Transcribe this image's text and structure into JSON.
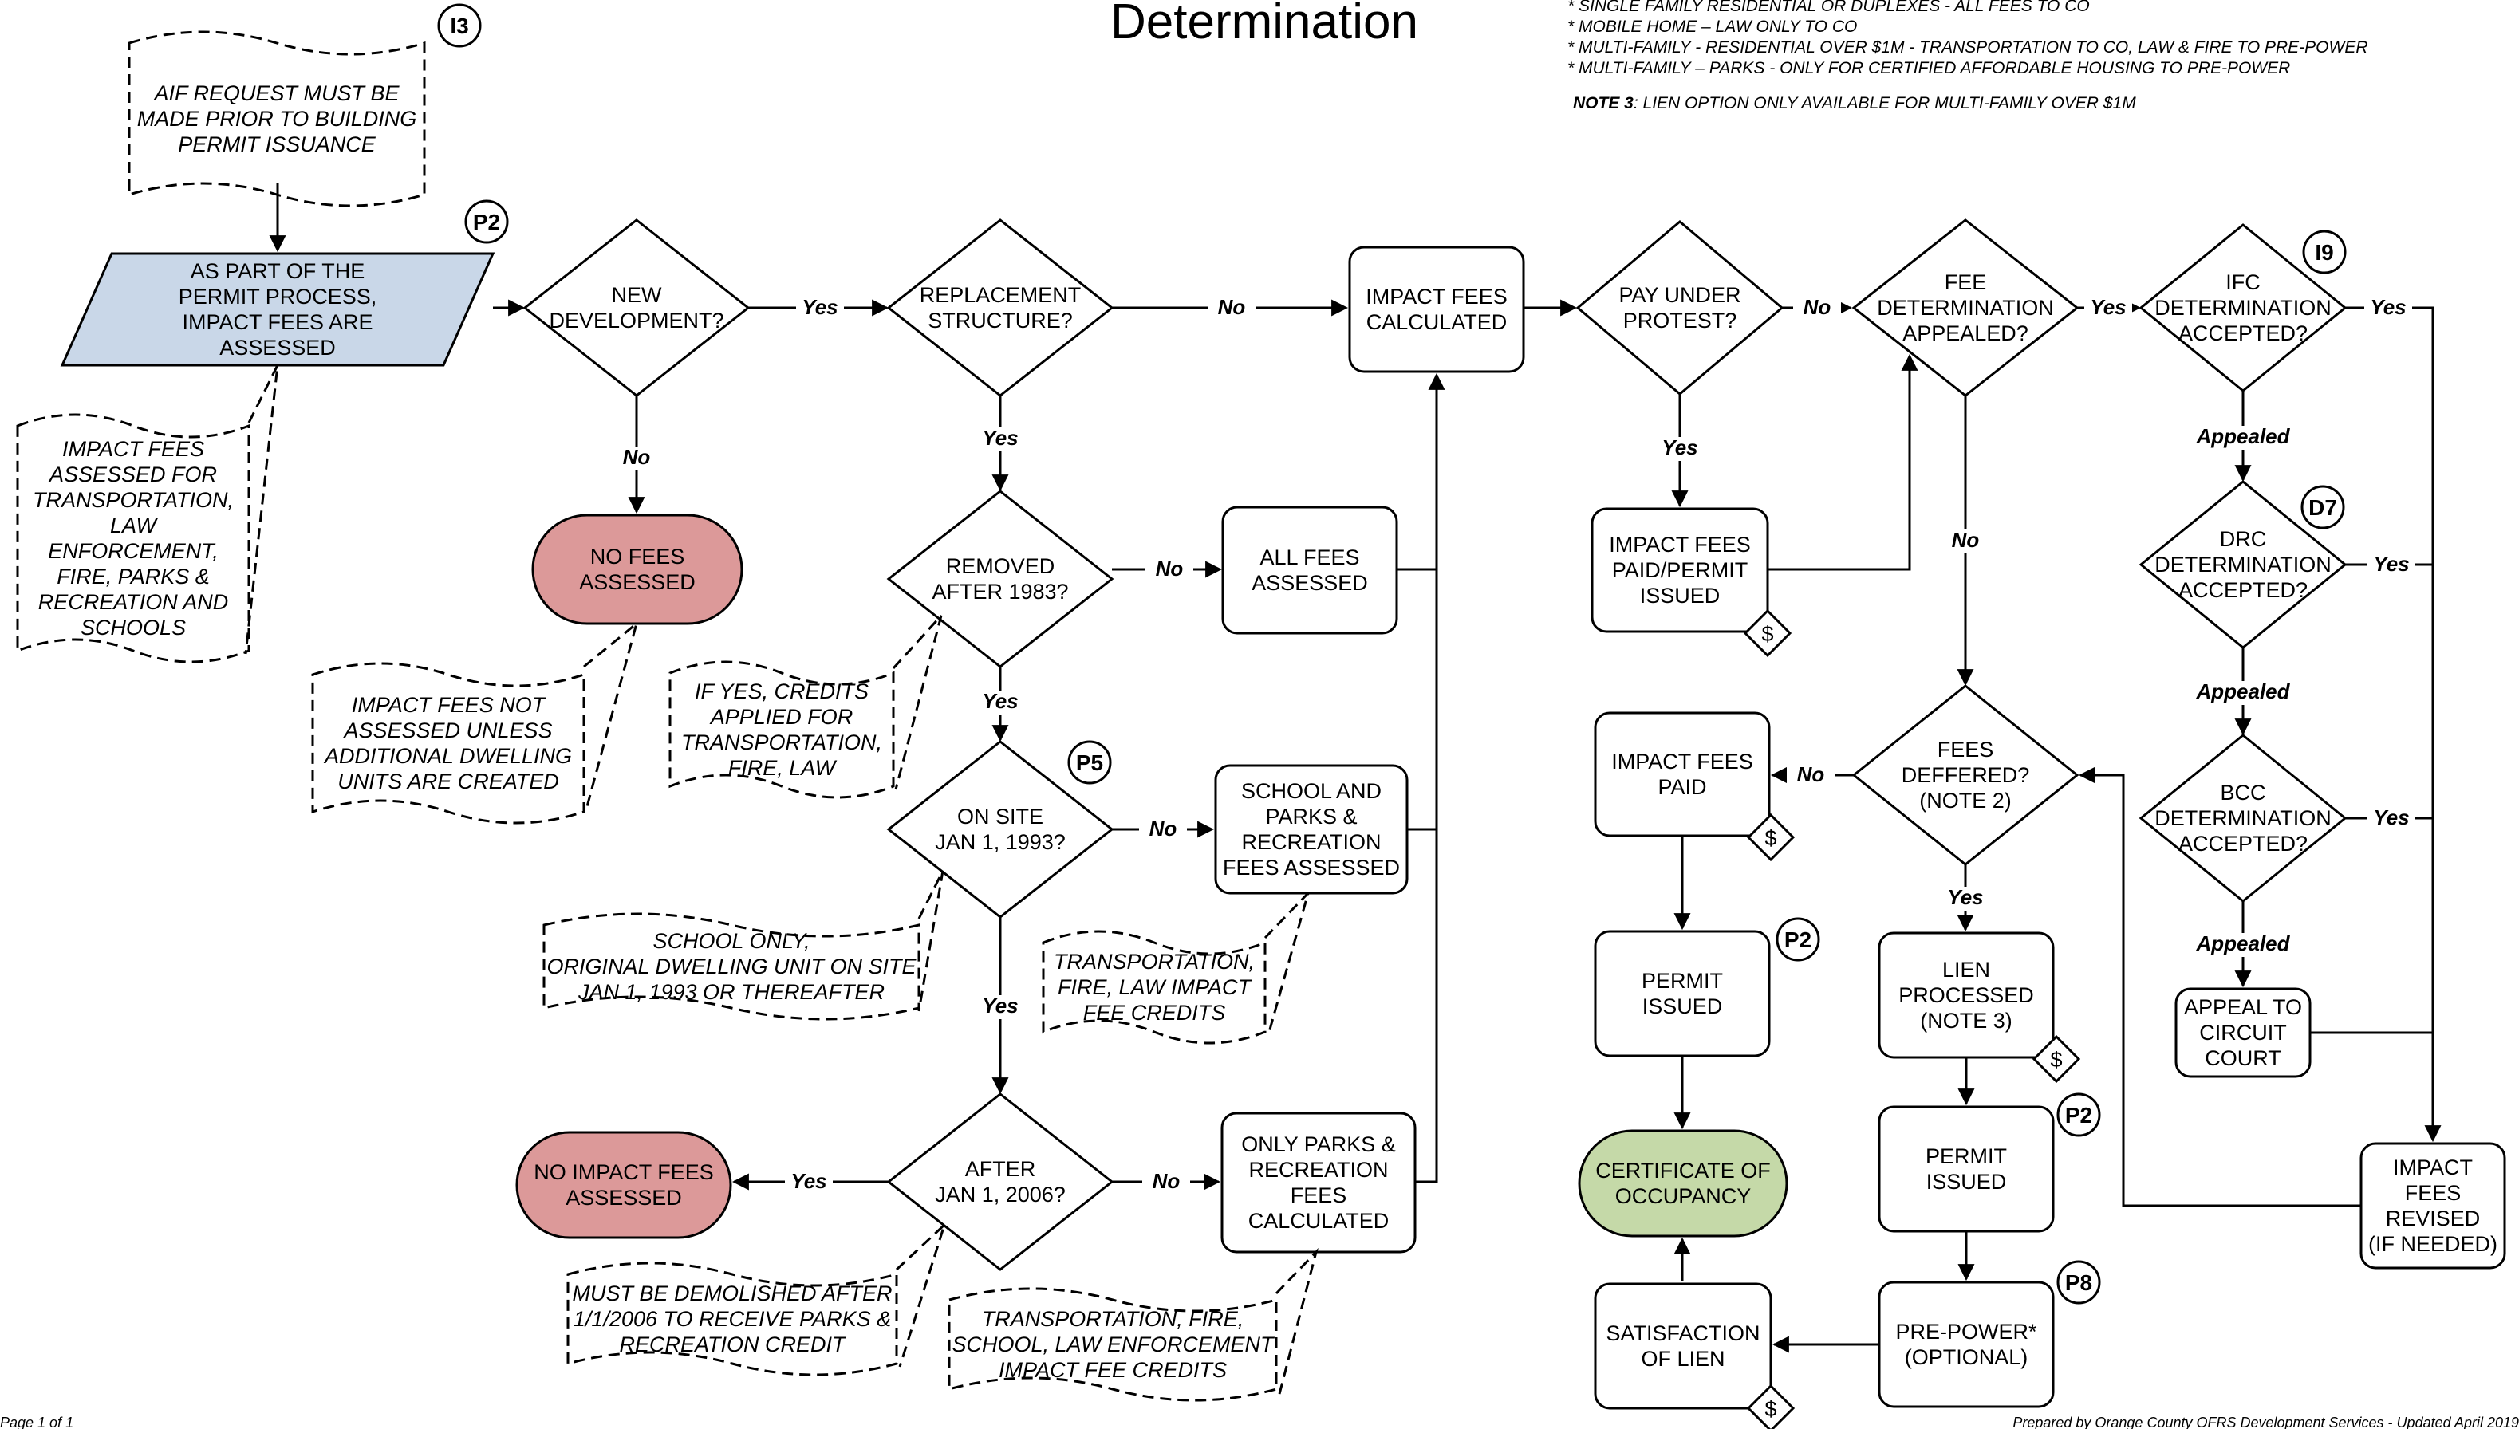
{
  "title": "Determination",
  "notes": [
    "* SINGLE FAMILY RESIDENTIAL OR DUPLEXES - ALL FEES TO CO",
    "* MOBILE HOME – LAW ONLY TO CO",
    "* MULTI-FAMILY - RESIDENTIAL OVER $1M - TRANSPORTATION TO CO, LAW & FIRE TO PRE-POWER",
    "* MULTI-FAMILY – PARKS - ONLY FOR CERTIFIED AFFORDABLE HOUSING TO PRE-POWER"
  ],
  "note3": {
    "label": "NOTE 3",
    "text": ": LIEN OPTION ONLY AVAILABLE FOR MULTI-FAMILY OVER $1M"
  },
  "footer": {
    "left": "Page 1 of 1",
    "right": "Prepared by Orange County OFRS Development Services - Updated April 2019"
  },
  "colors": {
    "blue": "#c9d7e8",
    "red": "#dc9999",
    "green": "#c5d9a8"
  },
  "nodes": {
    "aif": [
      "AIF REQUEST MUST BE",
      "MADE PRIOR TO BUILDING",
      "PERMIT ISSUANCE"
    ],
    "start": [
      "AS PART OF THE",
      "PERMIT PROCESS,",
      "IMPACT FEES ARE",
      "ASSESSED"
    ],
    "assessed_note": [
      "IMPACT FEES",
      "ASSESSED FOR",
      "TRANSPORTATION,",
      "LAW",
      "ENFORCEMENT,",
      "FIRE, PARKS &",
      "RECREATION AND",
      "SCHOOLS"
    ],
    "new_dev": [
      "NEW",
      "DEVELOPMENT?"
    ],
    "no_fees": [
      "NO FEES",
      "ASSESSED"
    ],
    "no_fees_note": [
      "IMPACT FEES NOT",
      "ASSESSED UNLESS",
      "ADDITIONAL DWELLING",
      "UNITS ARE CREATED"
    ],
    "replacement": [
      "REPLACEMENT",
      "STRUCTURE?"
    ],
    "removed": [
      "REMOVED",
      "AFTER 1983?"
    ],
    "removed_note": [
      "IF YES, CREDITS",
      "APPLIED FOR",
      "TRANSPORTATION,",
      "FIRE, LAW"
    ],
    "all_fees": [
      "ALL FEES",
      "ASSESSED"
    ],
    "onsite": [
      "ON SITE",
      "JAN 1, 1993?"
    ],
    "onsite_note": [
      "SCHOOL ONLY,",
      "ORIGINAL DWELLING UNIT ON SITE",
      "JAN 1, 1993 OR THEREAFTER"
    ],
    "school_parks": [
      "SCHOOL AND",
      "PARKS &",
      "RECREATION",
      "FEES ASSESSED"
    ],
    "school_parks_note": [
      "TRANSPORTATION,",
      "FIRE, LAW IMPACT",
      "FEE CREDITS"
    ],
    "after2006": [
      "AFTER",
      "JAN 1, 2006?"
    ],
    "after2006_note": [
      "MUST BE DEMOLISHED AFTER",
      "1/1/2006 TO RECEIVE PARKS &",
      "RECREATION CREDIT"
    ],
    "no_impact": [
      "NO IMPACT FEES",
      "ASSESSED"
    ],
    "only_parks": [
      "ONLY PARKS &",
      "RECREATION",
      "FEES",
      "CALCULATED"
    ],
    "only_parks_note": [
      "TRANSPORTATION, FIRE,",
      "SCHOOL, LAW ENFORCEMENT",
      "IMPACT FEE CREDITS"
    ],
    "calculated": [
      "IMPACT FEES",
      "CALCULATED"
    ],
    "protest": [
      "PAY UNDER",
      "PROTEST?"
    ],
    "paid_permit": [
      "IMPACT FEES",
      "PAID/PERMIT",
      "ISSUED"
    ],
    "appealed": [
      "FEE",
      "DETERMINATION",
      "APPEALED?"
    ],
    "deferred": [
      "FEES",
      "DEFFERED?",
      "(NOTE 2)"
    ],
    "fees_paid": [
      "IMPACT FEES",
      "PAID"
    ],
    "permit1": [
      "PERMIT",
      "ISSUED"
    ],
    "certificate": [
      "CERTIFICATE OF",
      "OCCUPANCY"
    ],
    "satisfaction": [
      "SATISFACTION",
      "OF LIEN"
    ],
    "lien": [
      "LIEN",
      "PROCESSED",
      "(NOTE 3)"
    ],
    "permit2": [
      "PERMIT",
      "ISSUED"
    ],
    "prepower": [
      "PRE-POWER*",
      "(OPTIONAL)"
    ],
    "ifc": [
      "IFC",
      "DETERMINATION",
      "ACCEPTED?"
    ],
    "drc": [
      "DRC",
      "DETERMINATION",
      "ACCEPTED?"
    ],
    "bcc": [
      "BCC",
      "DETERMINATION",
      "ACCEPTED?"
    ],
    "circuit": [
      "APPEAL TO",
      "CIRCUIT",
      "COURT"
    ],
    "revised": [
      "IMPACT",
      "FEES",
      "REVISED",
      "(IF NEEDED)"
    ]
  },
  "edge_labels": {
    "yes": "Yes",
    "no": "No",
    "appealed": "Appealed",
    "dollar": "$"
  },
  "badges": {
    "i3": "I3",
    "p2a": "P2",
    "p5": "P5",
    "i9": "I9",
    "d7": "D7",
    "p2b": "P2",
    "p2c": "P2",
    "p8": "P8"
  }
}
